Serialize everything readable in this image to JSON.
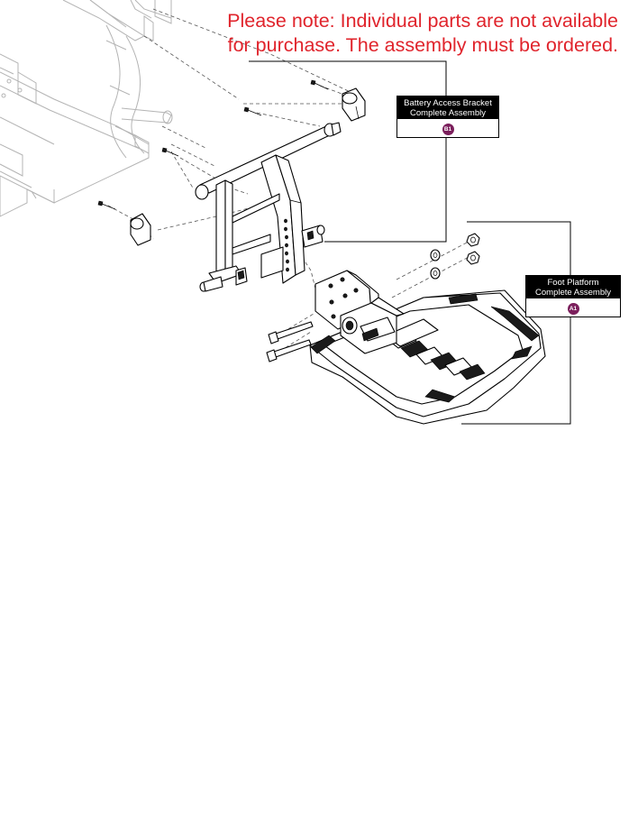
{
  "note": {
    "line1": "Please note: Individual parts are not available",
    "line2": "for purchase. The assembly must be ordered.",
    "color": "#e0242c"
  },
  "callouts": {
    "battery_bracket": {
      "line1": "Battery Access Bracket",
      "line2": "Complete Assembly",
      "badge": "B1",
      "badge_color": "#7b1f5c"
    },
    "foot_platform": {
      "line1": "Foot Platform",
      "line2": "Complete Assembly",
      "badge": "A1",
      "badge_color": "#7b1f5c"
    }
  }
}
